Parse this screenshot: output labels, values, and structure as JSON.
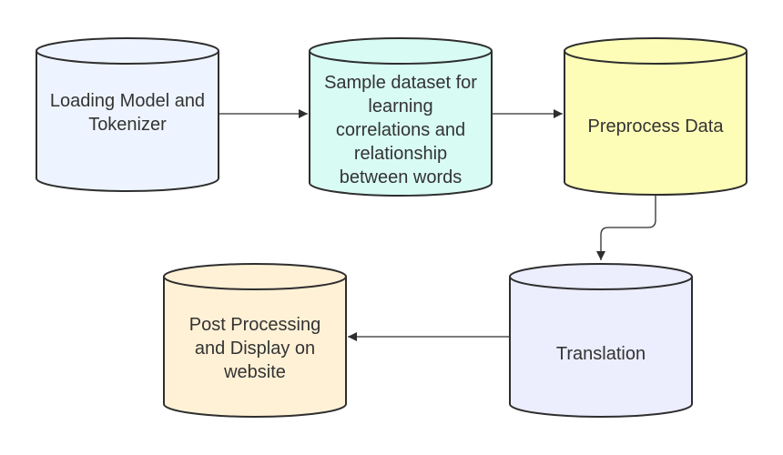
{
  "nodes": {
    "load_model": {
      "lines": [
        "Loading Model and",
        "Tokenizer"
      ],
      "fill": "#eef4ff"
    },
    "sample_dataset": {
      "lines": [
        "Sample dataset for",
        "learning",
        "correlations and",
        "relationship",
        "between words"
      ],
      "fill": "#d8fbf3"
    },
    "preprocess": {
      "lines": [
        "Preprocess Data"
      ],
      "fill": "#fdfdb8"
    },
    "translation": {
      "lines": [
        "Translation"
      ],
      "fill": "#ecedfd"
    },
    "post_processing": {
      "lines": [
        "Post Processing",
        "and Display on",
        "website"
      ],
      "fill": "#fff1d6"
    }
  },
  "edges": [
    {
      "from": "load_model",
      "to": "sample_dataset"
    },
    {
      "from": "sample_dataset",
      "to": "preprocess"
    },
    {
      "from": "preprocess",
      "to": "translation"
    },
    {
      "from": "translation",
      "to": "post_processing"
    }
  ],
  "colors": {
    "stroke": "#2e2e2e",
    "text": "#333333"
  }
}
